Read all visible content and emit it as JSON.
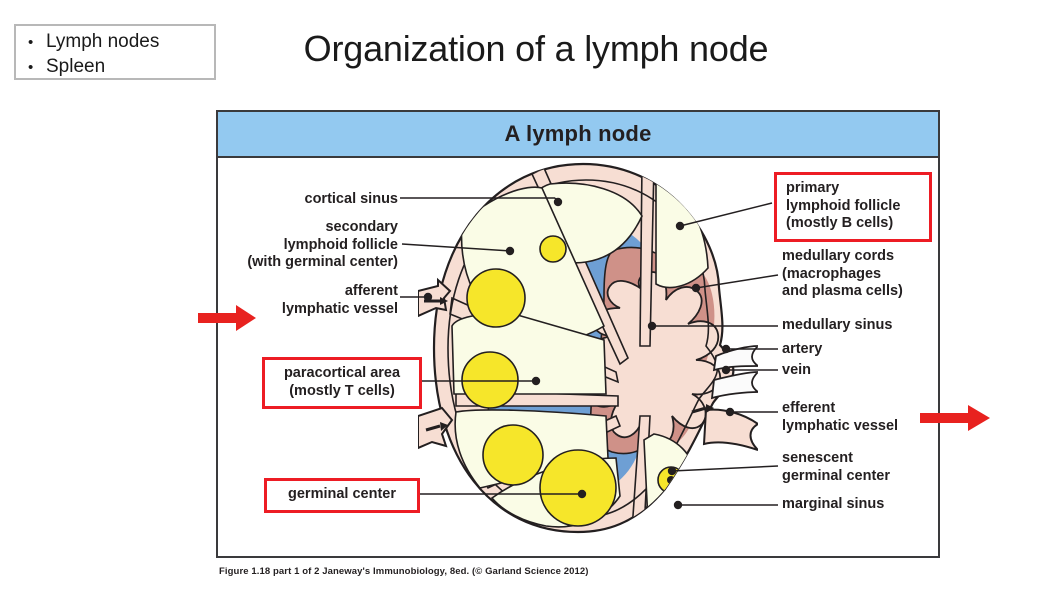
{
  "slide": {
    "title": "Organization of a lymph node",
    "bullets": [
      "Lymph nodes",
      "Spleen"
    ],
    "bullet_marker": "•"
  },
  "figure": {
    "header_title": "A lymph node",
    "caption": "Figure 1.18 part 1 of 2  Janeway's Immunobiology, 8ed. (© Garland Science 2012)"
  },
  "labels": {
    "cortical_sinus": "cortical sinus",
    "secondary_follicle": "secondary\nlymphoid follicle\n(with germinal center)",
    "afferent_vessel": "afferent\nlymphatic vessel",
    "paracortical_area": "paracortical area\n(mostly T cells)",
    "germinal_center": "germinal center",
    "primary_follicle": "primary\nlymphoid follicle\n(mostly B cells)",
    "medullary_cords": "medullary cords\n(macrophages\nand plasma cells)",
    "medullary_sinus": "medullary sinus",
    "artery": "artery",
    "vein": "vein",
    "efferent_vessel": "efferent\nlymphatic vessel",
    "senescent_germinal_center": "senescent\ngerminal center",
    "marginal_sinus": "marginal sinus"
  },
  "colors": {
    "header_blue": "#93c9f0",
    "highlight_red": "#ed1c24",
    "arrow_red": "#e8221f",
    "capsule_pink": "#f7ded3",
    "cortex_cream": "#fafce6",
    "paracortex_blue": "#6e9fd4",
    "medulla_rose": "#cf9188",
    "germinal_yellow": "#f6e62a",
    "frame_border": "#3a3a3c",
    "bullet_box_border": "#b8b8b8"
  },
  "icons": {
    "flow_left": "red-right-arrow-icon",
    "flow_right": "red-right-arrow-icon"
  }
}
